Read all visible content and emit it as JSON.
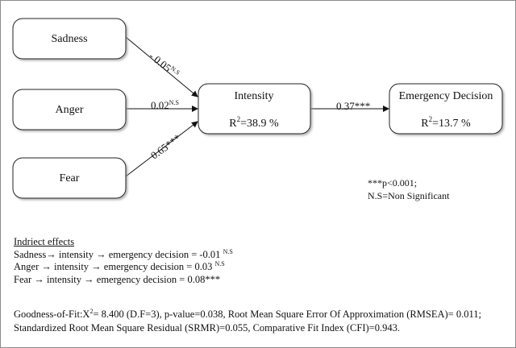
{
  "nodes": {
    "sadness": {
      "label": "Sadness"
    },
    "anger": {
      "label": "Anger"
    },
    "fear": {
      "label": "Fear"
    },
    "intensity": {
      "label": "Intensity",
      "r2_prefix": "R",
      "r2_exp": "2",
      "r2_value": "=38.9 %"
    },
    "emergency": {
      "label": "Emergency Decision",
      "r2_prefix": "R",
      "r2_exp": "2",
      "r2_value": "=13.7 %"
    }
  },
  "edges": {
    "sadness_intensity": {
      "coef": "- 0.05",
      "sig": "N.S"
    },
    "anger_intensity": {
      "coef": "0.02",
      "sig": "N.S"
    },
    "fear_intensity": {
      "coef": "0.65***",
      "sig": ""
    },
    "intensity_emergency": {
      "coef": "0.37***",
      "sig": ""
    }
  },
  "notes": {
    "significance": "***p<0.001;",
    "ns": "N.S=Non Significant"
  },
  "indirect": {
    "heading": "Indriect effects",
    "sadness": {
      "text": "Sadness→ intensity → emergency decision =  -0.01",
      "sig": "N.S"
    },
    "anger": {
      "text": "Anger → intensity → emergency decision = 0.03",
      "sig": "N.S"
    },
    "fear": {
      "text": "Fear → intensity → emergency decision = 0.08***",
      "sig": ""
    }
  },
  "fit": {
    "prefix": "Goodness-of-Fit:X",
    "exp": "2",
    "line1_rest": "= 8.400 (D.F=3), p-value=0.038, Root Mean Square Error Of Approximation (RMSEA)= 0.011;",
    "line2": "Standardized Root Mean Square Residual (SRMR)=0.055, Comparative Fit Index (CFI)=0.943."
  }
}
